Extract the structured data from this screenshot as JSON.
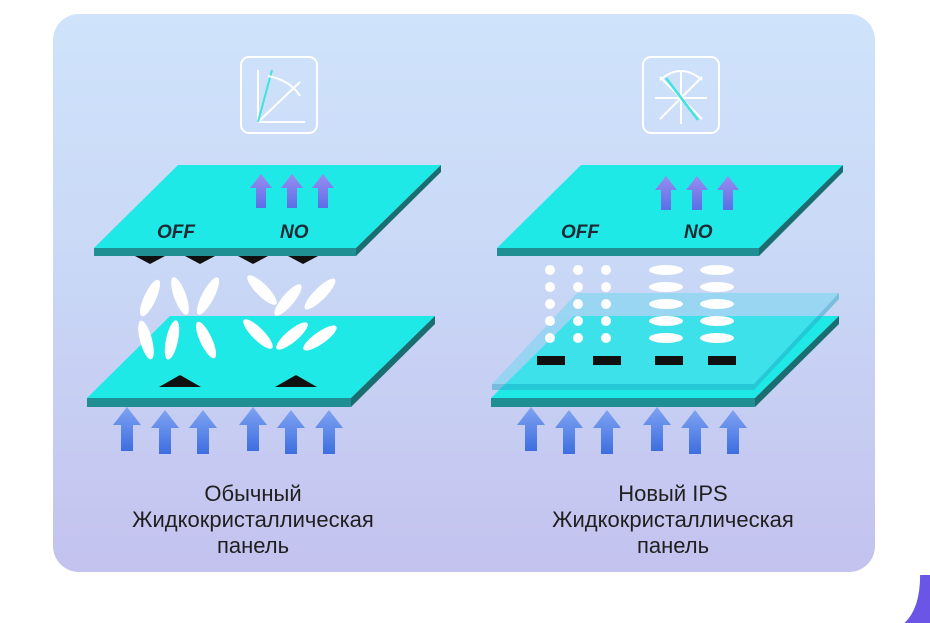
{
  "left_panel": {
    "plate_labels": {
      "off": "OFF",
      "on": "NO"
    },
    "caption": [
      "Обычный",
      "Жидкокристаллическая",
      "панель"
    ],
    "icon": "viewing-angle-narrow-icon"
  },
  "right_panel": {
    "plate_labels": {
      "off": "OFF",
      "on": "NO"
    },
    "caption": [
      "Новый IPS",
      "Жидкокристаллическая",
      "панель"
    ],
    "icon": "viewing-angle-wide-icon"
  },
  "colors": {
    "plate_top": "#1fe9e6",
    "plate_edge": "#1f7f84",
    "arrow": "#4f7de3",
    "card_bg": "#cfe3fb",
    "accent": "#6b55e6"
  }
}
